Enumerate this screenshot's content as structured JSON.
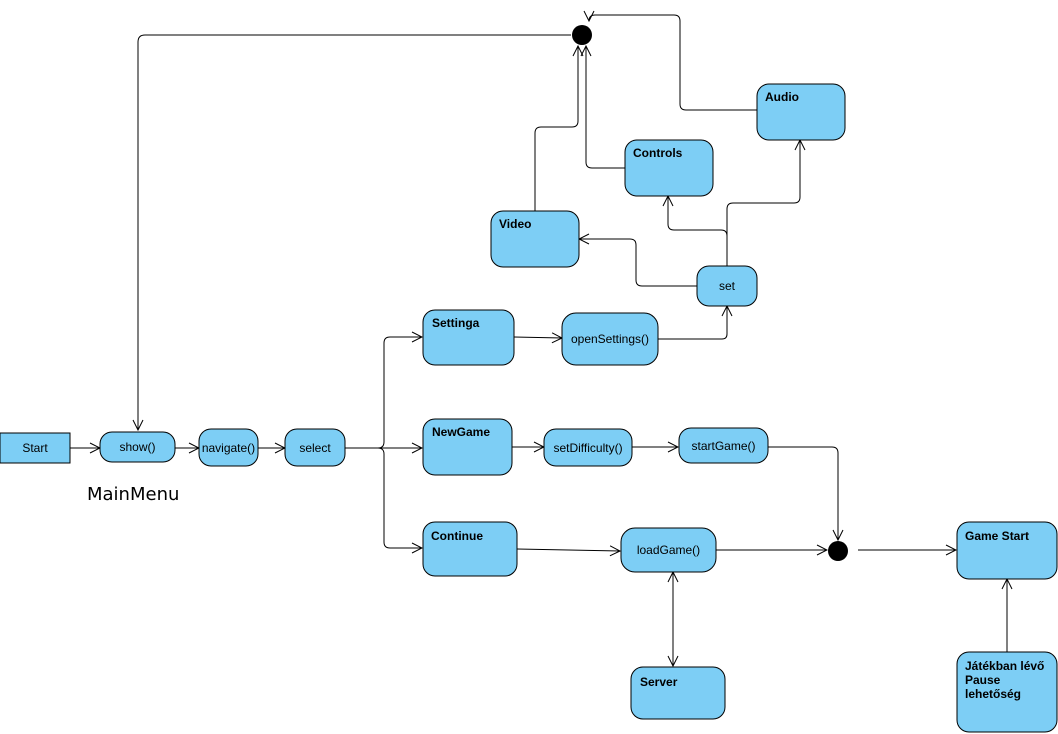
{
  "caption": "MainMenu",
  "nodes": {
    "start": "Start",
    "show": "show()",
    "navigate": "navigate()",
    "select": "select",
    "settinga": "Settinga",
    "newgame": "NewGame",
    "continue": "Continue",
    "open_settings": "openSettings()",
    "set_difficulty": "setDifficulty()",
    "start_game": "startGame()",
    "load_game": "loadGame()",
    "set": "set",
    "video": "Video",
    "controls": "Controls",
    "audio": "Audio",
    "server": "Server",
    "game_start": "Game Start",
    "pause_line1": "Játékban lévő",
    "pause_line2": "Pause",
    "pause_line3": "lehetőség"
  },
  "colors": {
    "node_fill": "#7DCEF5",
    "stroke": "#000000"
  }
}
